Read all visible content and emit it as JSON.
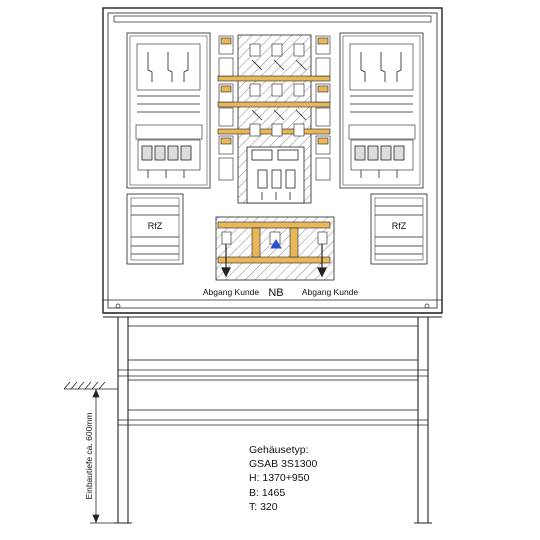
{
  "labels": {
    "rfz_left": "RfZ",
    "rfz_right": "RfZ",
    "nb": "NB",
    "abgang_left": "Abgang Kunde",
    "abgang_right": "Abgang Kunde",
    "einbautiefe": "Einbautiefe ca. 600mm"
  },
  "spec": {
    "title": "Gehäusetyp:",
    "model": "GSAB 3S1300",
    "height": "H: 1370+950",
    "width": "B: 1465",
    "depth": "T: 320"
  },
  "colors": {
    "line": "#222222",
    "busbar": "#e8b75a",
    "hatch": "#888888",
    "arrow": "#2d4fd0"
  }
}
